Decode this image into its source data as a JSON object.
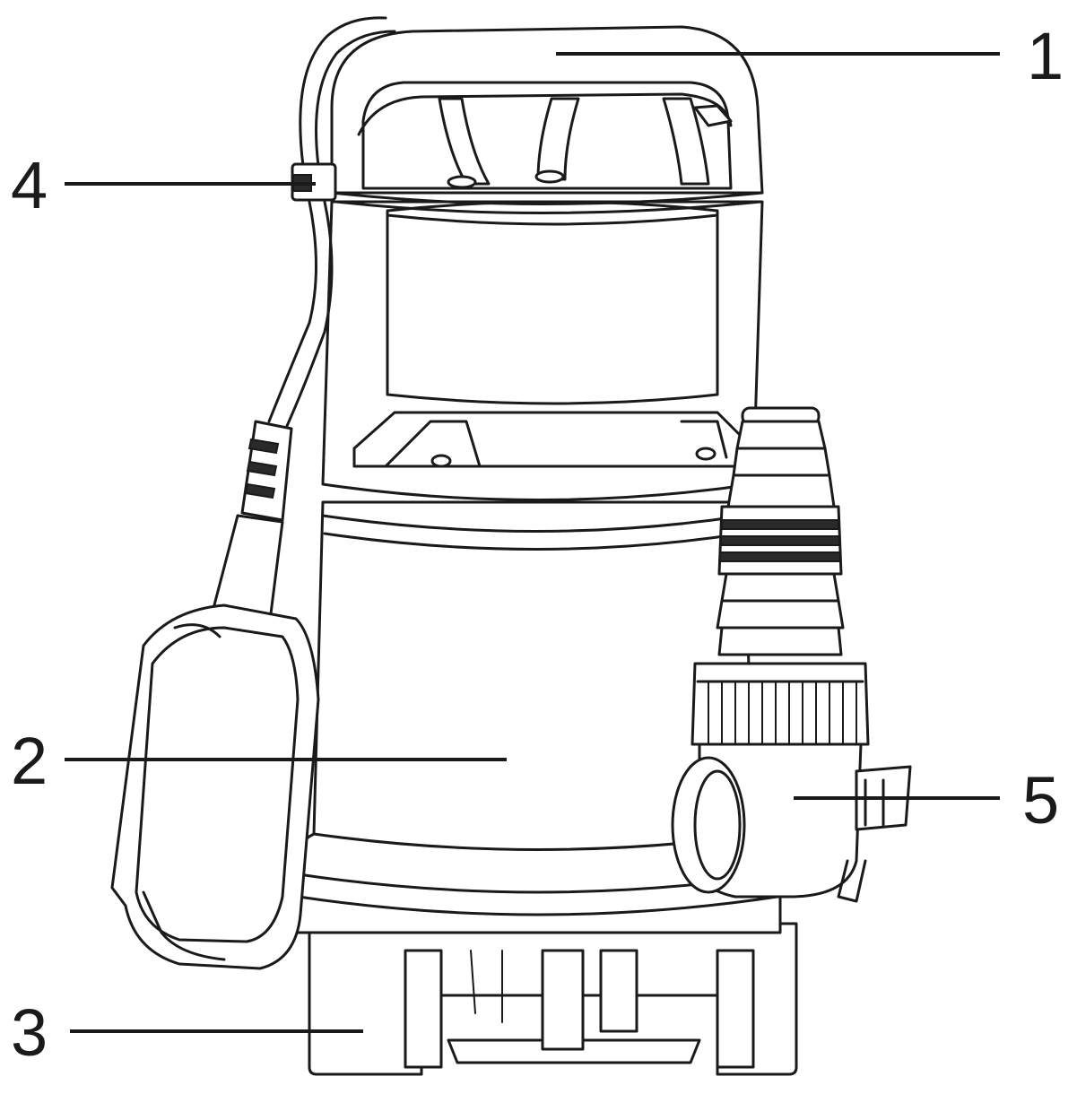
{
  "diagram": {
    "callouts": [
      {
        "number": "1",
        "part": "carry-handle"
      },
      {
        "number": "2",
        "part": "pump-housing"
      },
      {
        "number": "3",
        "part": "base-stand"
      },
      {
        "number": "4",
        "part": "cable-holder"
      },
      {
        "number": "5",
        "part": "outlet-elbow"
      }
    ],
    "colors": {
      "line": "#1a1a1a",
      "background": "#ffffff"
    }
  }
}
